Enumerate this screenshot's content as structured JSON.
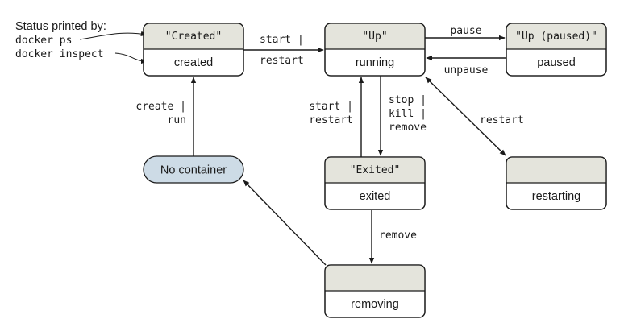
{
  "legend": {
    "title": "Status printed by:",
    "line1": "docker ps",
    "line2": "docker inspect"
  },
  "states": {
    "created": {
      "status": "\"Created\"",
      "name": "created"
    },
    "running": {
      "status": "\"Up\"",
      "name": "running"
    },
    "paused": {
      "status": "\"Up (paused)\"",
      "name": "paused"
    },
    "exited": {
      "status": "\"Exited\"",
      "name": "exited"
    },
    "restarting": {
      "status": "",
      "name": "restarting"
    },
    "removing": {
      "status": "",
      "name": "removing"
    },
    "none": {
      "name": "No container"
    }
  },
  "transitions": {
    "create_run": [
      "create |",
      "run"
    ],
    "start_restart_top": [
      "start |",
      "restart"
    ],
    "pause": "pause",
    "unpause": "unpause",
    "start_restart_mid": [
      "start |",
      "restart"
    ],
    "stop_kill_remove": [
      "stop |",
      "kill |",
      "remove"
    ],
    "restart_diag": "restart",
    "remove_exited": "remove"
  }
}
